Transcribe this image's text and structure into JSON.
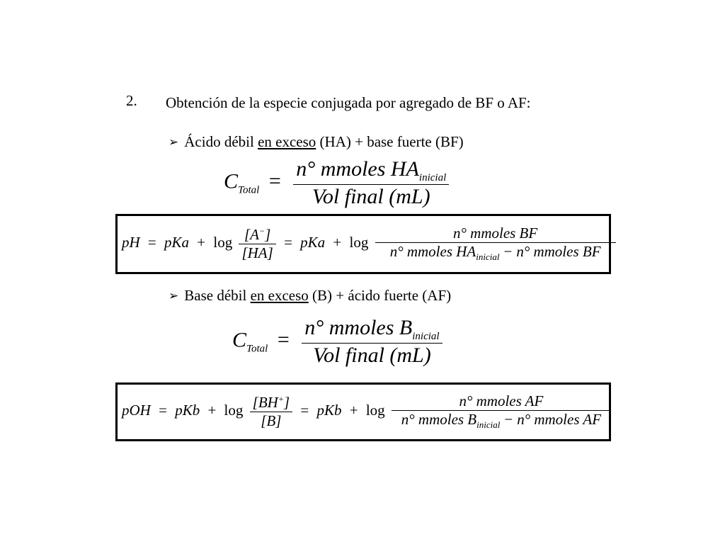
{
  "heading": {
    "number": "2.",
    "text": "Obtención de la especie conjugada por agregado de BF o AF:"
  },
  "section1": {
    "bullet_prefix": "Ácido débil ",
    "bullet_underlined": "en exceso",
    "bullet_suffix": " (HA) + base fuerte (BF)",
    "ctotal": {
      "symbol": "C",
      "subscript": "Total",
      "equals": "=",
      "numerator": "n° mmoles HA",
      "numerator_sub": "inicial",
      "denominator": "Vol  final (mL)"
    },
    "formula": {
      "lhs": "pH",
      "equals1": "=",
      "pk": "pKa",
      "plus": "+",
      "log": "log",
      "frac1_num": "[A",
      "frac1_num_sup": "−",
      "frac1_num_close": "]",
      "frac1_den": "[HA]",
      "equals2": "=",
      "pk2": "pKa",
      "plus2": "+",
      "log2": "log",
      "frac2_num": "n° mmoles BF",
      "frac2_den_a": "n° mmoles HA",
      "frac2_den_sub": "inicial",
      "frac2_den_minus": "−",
      "frac2_den_b": "n° mmoles BF"
    }
  },
  "section2": {
    "bullet_prefix": "Base débil ",
    "bullet_underlined": "en exceso",
    "bullet_suffix": " (B) + ácido fuerte (AF)",
    "ctotal": {
      "symbol": "C",
      "subscript": "Total",
      "equals": "=",
      "numerator": "n° mmoles B",
      "numerator_sub": "inicial",
      "denominator": "Vol  final (mL)"
    },
    "formula": {
      "lhs": "pOH",
      "equals1": "=",
      "pk": "pKb",
      "plus": "+",
      "log": "log",
      "frac1_num": "[BH",
      "frac1_num_sup": "+",
      "frac1_num_close": "]",
      "frac1_den": "[B]",
      "equals2": "=",
      "pk2": "pKb",
      "plus2": "+",
      "log2": "log",
      "frac2_num": "n° mmoles AF",
      "frac2_den_a": "n° mmoles B",
      "frac2_den_sub": "inicial",
      "frac2_den_minus": "−",
      "frac2_den_b": "n° mmoles AF"
    }
  }
}
